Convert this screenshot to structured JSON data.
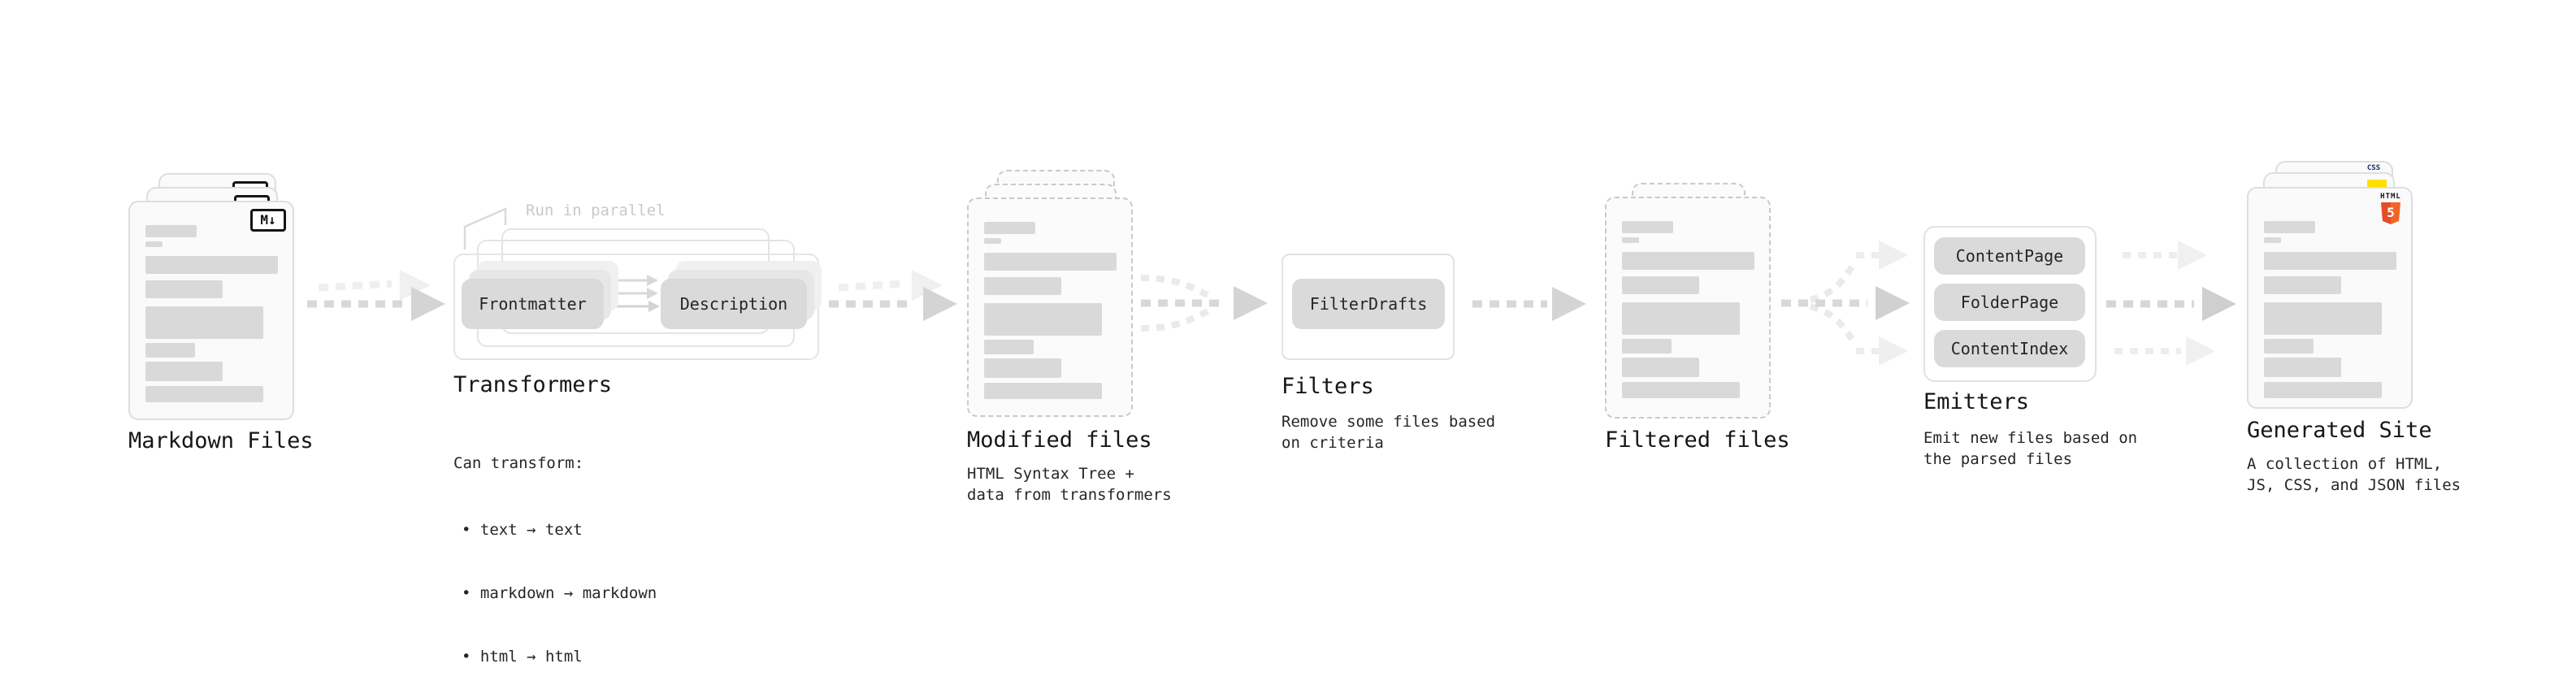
{
  "stages": {
    "markdown": {
      "label": "Markdown Files",
      "badge": "M↓"
    },
    "transformers": {
      "label": "Transformers",
      "annotation": "Run in parallel",
      "left_pill": "Frontmatter",
      "right_pill": "Description",
      "desc_heading": "Can transform:",
      "bullets": [
        "• text → text",
        "• markdown → markdown",
        "• html → html"
      ]
    },
    "modified": {
      "label": "Modified files",
      "desc": "HTML Syntax Tree +\ndata from transformers"
    },
    "filters": {
      "label": "Filters",
      "pill": "FilterDrafts",
      "desc": "Remove some files based\non criteria"
    },
    "filtered": {
      "label": "Filtered files"
    },
    "emitters": {
      "label": "Emitters",
      "pills": [
        "ContentPage",
        "FolderPage",
        "ContentIndex"
      ],
      "desc": "Emit new files based on\nthe parsed files"
    },
    "generated": {
      "label": "Generated Site",
      "desc": "A collection of HTML,\nJS, CSS, and JSON files",
      "css_label": "CSS",
      "html_label": "HTML",
      "html_number": "5"
    }
  },
  "colors": {
    "background": "#ffffff",
    "card_bg": "#fafafa",
    "card_border": "#dedede",
    "dashed_border": "#c9c9c9",
    "bar_gray": "#d9d9d9",
    "pill_gray": "#dadada",
    "arrow_gray": "#d6d6d6",
    "arrow_ghost": "#efefef",
    "annotation_gray": "#c9c9c9",
    "js_yellow": "#ffdf00",
    "css_blue": "#2965f1",
    "html_orange": "#e44d26"
  },
  "icons": {
    "markdown": "markdown-icon",
    "html5": "html5-icon",
    "css3": "css-badge-icon",
    "js": "js-badge-icon"
  }
}
